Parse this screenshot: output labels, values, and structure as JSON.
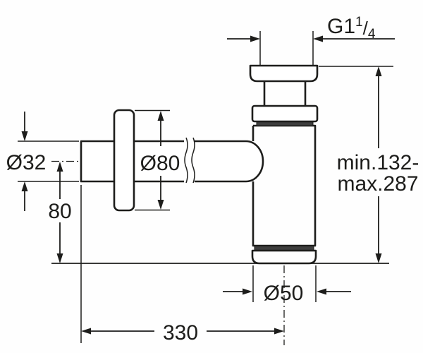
{
  "drawing": {
    "kind": "bottle-trap dimensional drawing",
    "colors": {
      "line": "#1d1d1b",
      "seal": "#3d3d3d",
      "background": "#fefefe"
    }
  },
  "dims": {
    "thread": {
      "base": "G1",
      "sup": "1",
      "slash": "/",
      "sub": "4",
      "full": "G1 1/4"
    },
    "pipe_diameter": "Ø32",
    "rosette_diameter": "Ø80",
    "drop_height": "80",
    "height_range_line1": "min.132-",
    "height_range_line2": "max.287",
    "cup_diameter": "Ø50",
    "length": "330"
  }
}
